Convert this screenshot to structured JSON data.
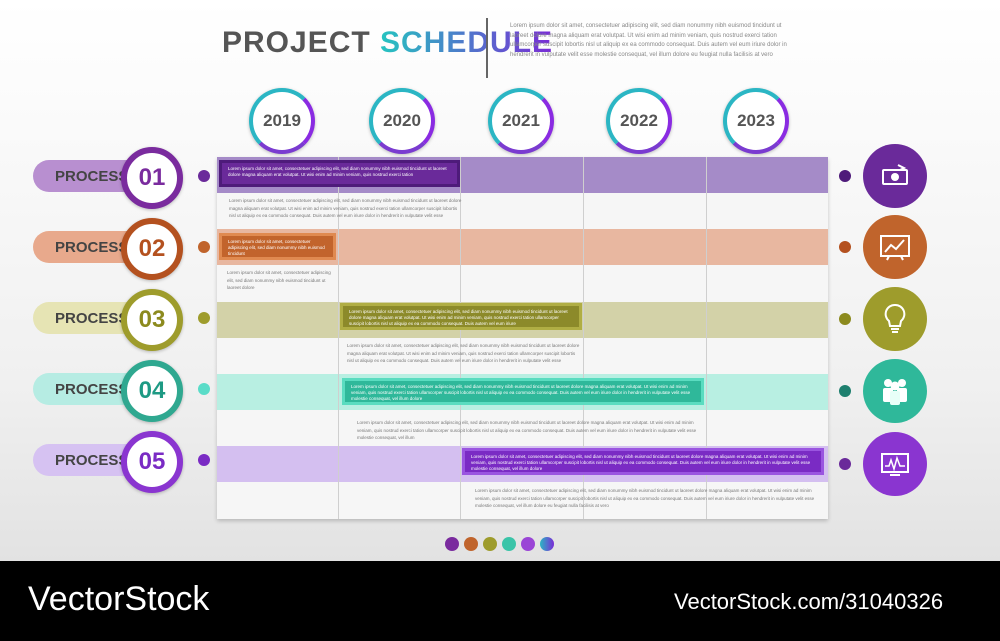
{
  "header": {
    "title_word1": "PROJECT",
    "title_word2": "SCHEDULE",
    "intro": "Lorem ipsum dolor sit amet, consectetuer adipiscing elit, sed diam nonummy nibh euismod tincidunt ut laoreet dolore magna aliquam erat volutpat. Ut wisi enim ad minim veniam, quis nostrud exerci tation ullamcorper suscipit lobortis nisl ut aliquip ex ea commodo consequat. Duis autem vel eum iriure dolor in hendrerit in vulputate velit esse molestie consequat, vel illum dolore eu feugiat nulla facilisis at vero"
  },
  "years": [
    "2019",
    "2020",
    "2021",
    "2022",
    "2023"
  ],
  "process_label": "PROCESS",
  "processes": [
    {
      "num": "01",
      "color": "#7a2b9e",
      "pill": "#b88fd0",
      "band": "#a58bc8",
      "bar_text": "Lorem ipsum dolor sit amet, consectetuer adipiscing elit, sed diam nonummy nibh euismod tincidunt ut laoreet dolore magna aliquam erat volutpat. Ut wisi enim ad minim veniam, quis nostrud exerci tation",
      "note": "Lorem ipsum dolor sit amet, consectetuer adipiscing elit, sed diam nonummy nibh euismod tincidunt ut laoreet dolore magna aliquam erat volutpat. Ut wisi enim ad minim veniam, quis nostrud exerci tation ullamcorper suscipit lobortis nisl ut aliquip ex ea commodo consequat. Duis autem vel eum iriure dolor in hendrerit in vulputate velit esse",
      "icon": "money-icon"
    },
    {
      "num": "02",
      "color": "#b4511f",
      "pill": "#e8a98c",
      "band": "#e8b7a0",
      "bar_text": "Lorem ipsum dolor sit amet, consectetuer adipiscing elit, sed diam nonummy nibh euismod tincidunt",
      "note": "Lorem ipsum dolor sit amet, consectetuer adipiscing elit, sed diam nonummy nibh euismod tincidunt ut laoreet dolore",
      "icon": "chart-icon"
    },
    {
      "num": "03",
      "color": "#8c8a1e",
      "pill": "#d9d6a0",
      "band": "#d3d2a8",
      "bar_text": "Lorem ipsum dolor sit amet, consectetuer adipiscing elit, sed diam nonummy nibh euismod tincidunt ut laoreet dolore magna aliquam erat volutpat. Ut wisi enim ad minim veniam, quis nostrud exerci tation ullamcorper suscipit lobortis nisl ut aliquip ex ea commodo consequat. Duis autem vel eum iriure",
      "note": "Lorem ipsum dolor sit amet, consectetuer adipiscing elit, sed diam nonummy nibh euismod tincidunt ut laoreet dolore magna aliquam erat volutpat. Ut wisi enim ad minim veniam, quis nostrud exerci tation ullamcorper suscipit lobortis nisl ut aliquip ex ea commodo consequat. Duis autem vel eum iriure dolor in hendrerit in vulputate velit esse",
      "icon": "lightbulb-icon"
    },
    {
      "num": "04",
      "color": "#1e9a84",
      "pill": "#b6ece3",
      "band": "#b8efe2",
      "bar_text": "Lorem ipsum dolor sit amet, consectetuer adipiscing elit, sed diam nonummy nibh euismod tincidunt ut laoreet dolore magna aliquam erat volutpat. Ut wisi enim ad minim veniam, quis nostrud exerci tation ullamcorper suscipit lobortis nisl ut aliquip ex ea commodo consequat. Duis autem vel eum iriure dolor in hendrerit in vulputate velit esse molestie consequat, vel illum dolore",
      "note": "Lorem ipsum dolor sit amet, consectetuer adipiscing elit, sed diam nonummy nibh euismod tincidunt ut laoreet dolore magna aliquam erat volutpat. Ut wisi enim ad minim veniam, quis nostrud exerci tation ullamcorper suscipit lobortis nisl ut aliquip ex ea commodo consequat. Duis autem vel eum iriure dolor in hendrerit in vulputate velit esse molestie consequat, vel illum",
      "icon": "team-icon"
    },
    {
      "num": "05",
      "color": "#7a2bc4",
      "pill": "#d6c2f2",
      "band": "#d4bff0",
      "bar_text": "Lorem ipsum dolor sit amet, consectetuer adipiscing elit, sed diam nonummy nibh euismod tincidunt ut laoreet dolore magna aliquam erat volutpat. Ut wisi enim ad minim veniam, quis nostrud exerci tation ullamcorper suscipit lobortis nisl ut aliquip ex ea commodo consequat. Duis autem vel eum iriure dolor in hendrerit in vulputate velit esse molestie consequat, vel illum dolore",
      "note": "Lorem ipsum dolor sit amet, consectetuer adipiscing elit, sed diam nonummy nibh euismod tincidunt ut laoreet dolore magna aliquam erat volutpat. Ut wisi enim ad minim veniam, quis nostrud exerci tation ullamcorper suscipit lobortis nisl ut aliquip ex ea commodo consequat. Duis autem vel eum iriure dolor in hendrerit in vulputate velit esse molestie consequat, vel illum dolore eu feugiat nulla facilisis at vero",
      "icon": "monitor-icon"
    }
  ],
  "palette": [
    "#7a2b9e",
    "#c0642c",
    "#9e9c2c",
    "#3ac4a8",
    "#9a45d6",
    "#2bb6c4"
  ],
  "footer": {
    "brand_left": "VectorStock",
    "brand_right": "VectorStock.com/31040326"
  }
}
